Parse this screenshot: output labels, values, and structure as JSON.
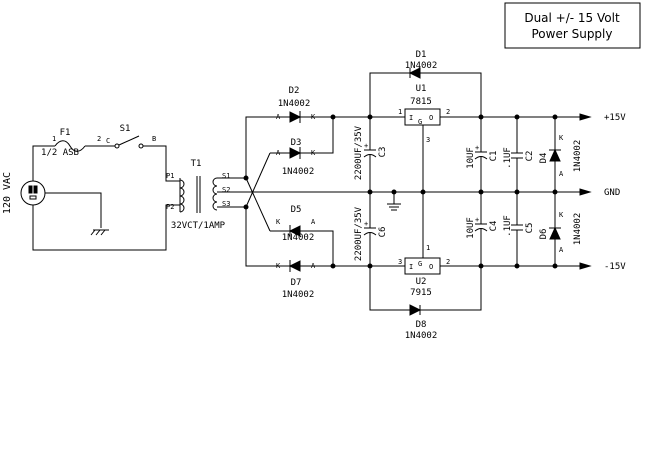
{
  "title": {
    "line1": "Dual +/- 15 Volt",
    "line2": "Power Supply"
  },
  "input": {
    "ac": "120 VAC"
  },
  "fuse": {
    "ref": "F1",
    "value": "1/2 ASB",
    "pin1": "1",
    "pin2": "2"
  },
  "switch": {
    "ref": "S1",
    "pin1": "C",
    "pin2": "B"
  },
  "transformer": {
    "ref": "T1",
    "spec": "32VCT/1AMP",
    "p1": "P1",
    "p2": "P2",
    "s1": "S1",
    "s2": "S2",
    "s3": "S3"
  },
  "diodes": {
    "d1": {
      "ref": "D1",
      "part": "1N4002"
    },
    "d2": {
      "ref": "D2",
      "part": "1N4002"
    },
    "d3": {
      "ref": "D3",
      "part": "1N4002"
    },
    "d4": {
      "ref": "D4",
      "part": "1N4002"
    },
    "d5": {
      "ref": "D5",
      "part": "1N4002"
    },
    "d6": {
      "ref": "D6",
      "part": "1N4002"
    },
    "d7": {
      "ref": "D7",
      "part": "1N4002"
    },
    "d8": {
      "ref": "D8",
      "part": "1N4002"
    },
    "anode": "A",
    "cathode": "K"
  },
  "regulators": {
    "u1": {
      "ref": "U1",
      "part": "7815",
      "pin_in": "1",
      "pin_out": "2",
      "pin_gnd": "3"
    },
    "u2": {
      "ref": "U2",
      "part": "7915",
      "pin_in": "3",
      "pin_out": "2",
      "pin_gnd": "1"
    },
    "pins": {
      "i": "I",
      "g": "G",
      "o": "O"
    }
  },
  "capacitors": {
    "c1": {
      "ref": "C1",
      "value": "10UF"
    },
    "c2": {
      "ref": "C2",
      "value": ".1UF"
    },
    "c3": {
      "ref": "C3",
      "value": "2200UF/35V"
    },
    "c4": {
      "ref": "C4",
      "value": "10UF"
    },
    "c5": {
      "ref": "C5",
      "value": ".1UF"
    },
    "c6": {
      "ref": "C6",
      "value": "2200UF/35V"
    },
    "plus": "+"
  },
  "outputs": {
    "pos": "+15V",
    "gnd": "GND",
    "neg": "-15V"
  }
}
